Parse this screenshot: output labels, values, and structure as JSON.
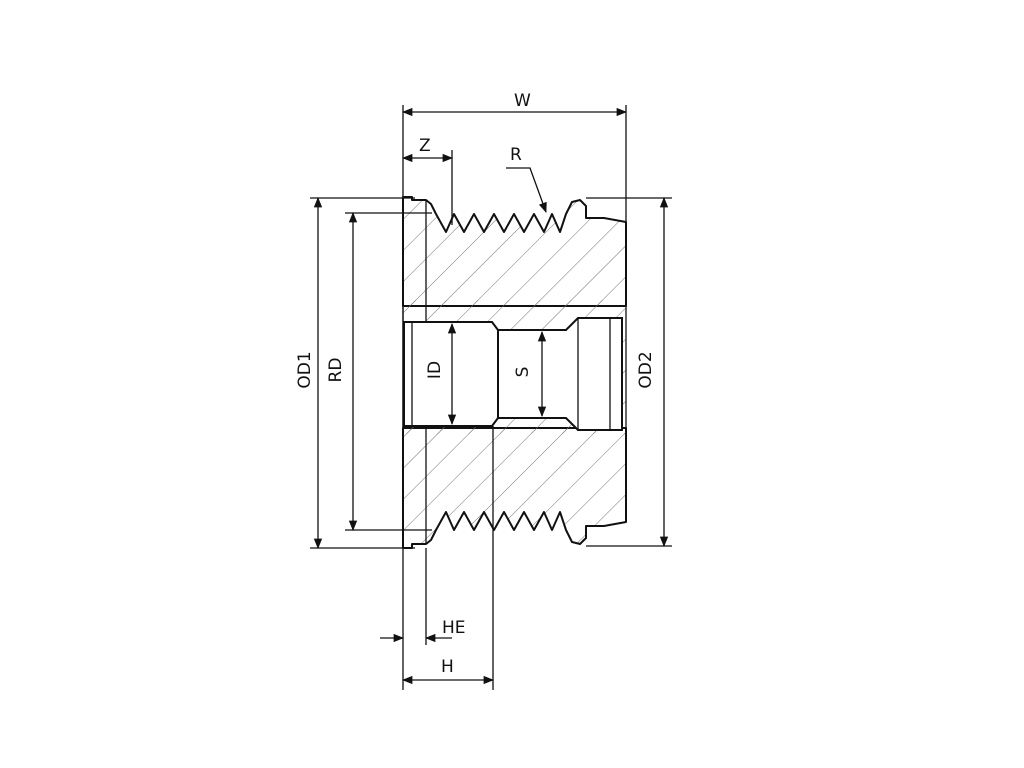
{
  "labels": {
    "w": "W",
    "z": "Z",
    "r": "R",
    "od1": "OD1",
    "rd": "RD",
    "id": "ID",
    "s": "S",
    "od2": "OD2",
    "he": "HE",
    "h": "H"
  },
  "colors": {
    "line": "#111111",
    "background": "#ffffff"
  }
}
